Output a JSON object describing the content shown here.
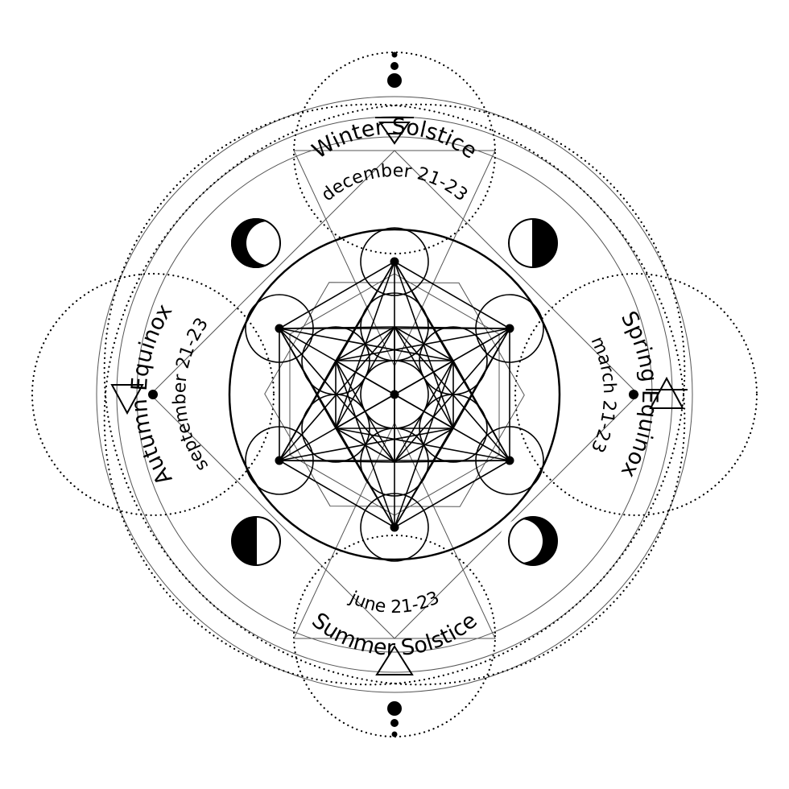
{
  "colors": {
    "ink": "#000000",
    "background": "#ffffff",
    "thin_line": "#555555"
  },
  "seasons": {
    "winter": {
      "title": "Winter Solstice",
      "date": "december 21-23",
      "element_icon": "water-symbol-icon",
      "moon_icon": "waning-crescent-moon-icon"
    },
    "spring": {
      "title": "Spring Equinox",
      "date": "march 21-23",
      "element_icon": "air-symbol-icon",
      "moon_icon": "first-quarter-moon-icon"
    },
    "summer": {
      "title": "Summer Solstice",
      "date": "june 21-23",
      "element_icon": "fire-symbol-icon",
      "moon_icon": "waxing-crescent-moon-icon"
    },
    "autumn": {
      "title": "Autumn Equinox",
      "date": "september 21-23",
      "element_icon": "earth-symbol-icon",
      "moon_icon": "last-quarter-moon-icon"
    }
  },
  "center_icon": "metatrons-cube-icon"
}
